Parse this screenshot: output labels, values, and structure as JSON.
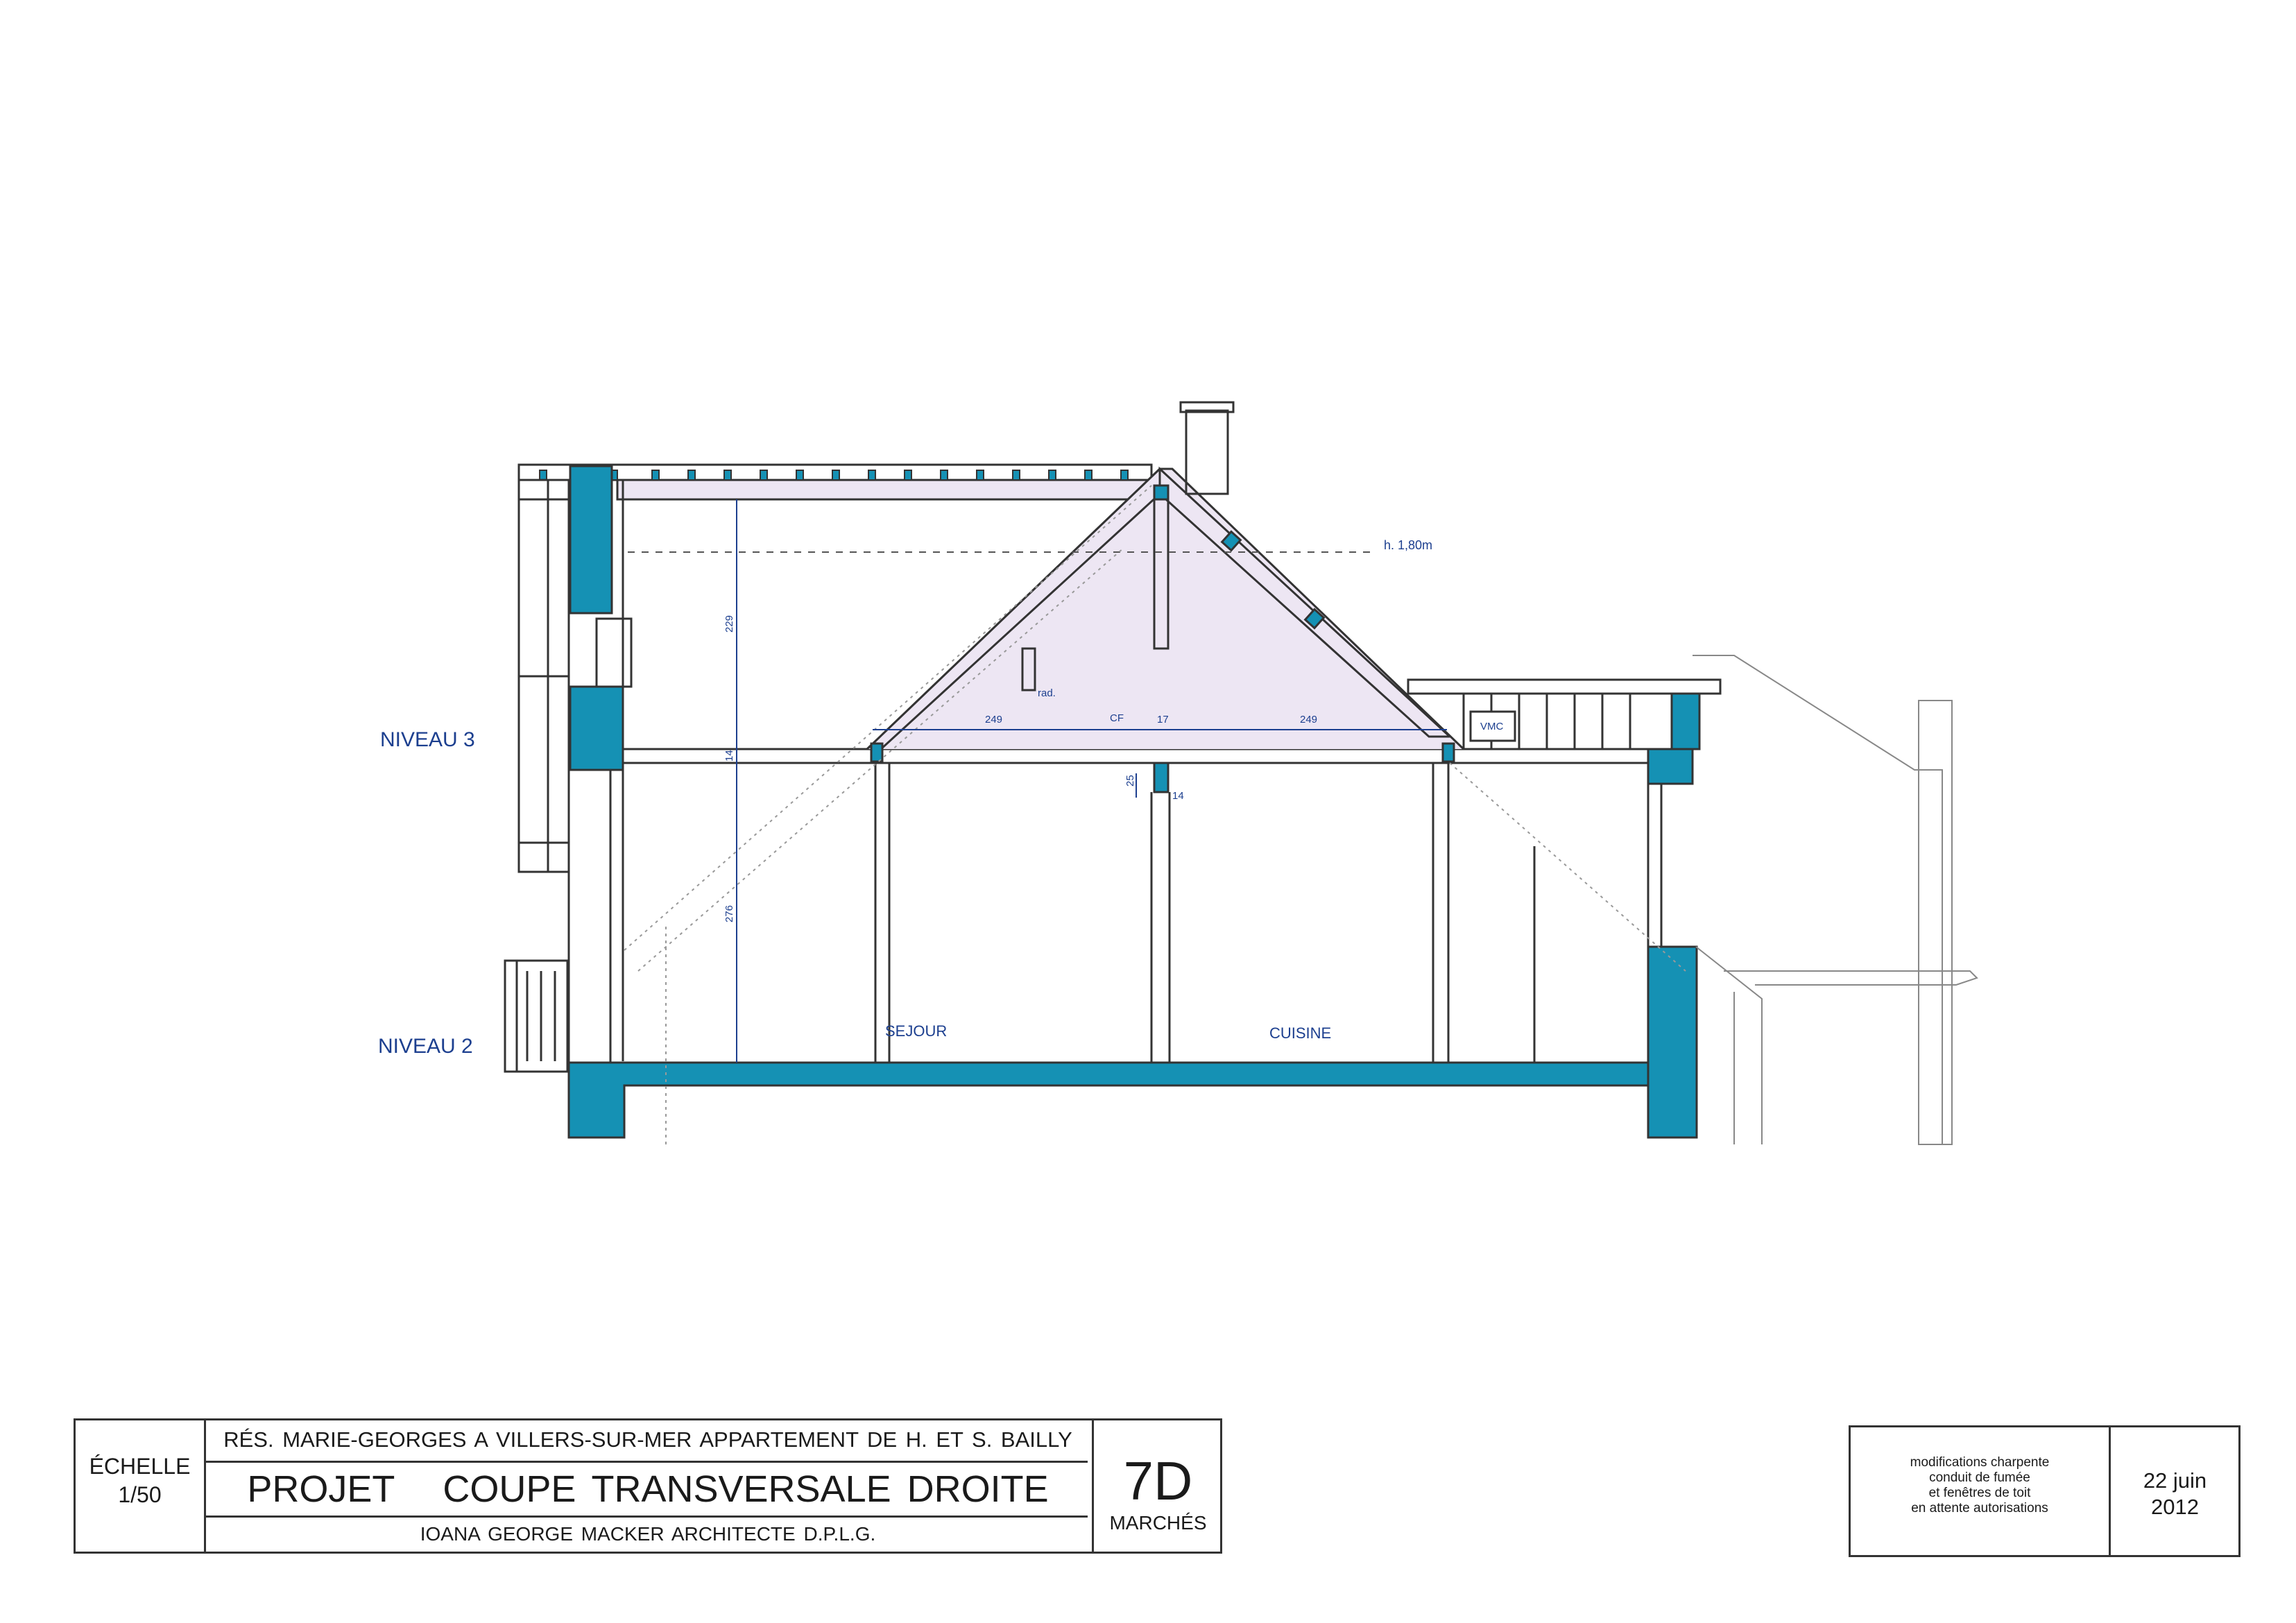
{
  "levels": {
    "niveau3": "NIVEAU 3",
    "niveau2": "NIVEAU 2"
  },
  "rooms": {
    "sejour": "SEJOUR",
    "cuisine": "CUISINE"
  },
  "annotations": {
    "height_line": "h. 1,80m",
    "vmc": "VMC",
    "radiator": "rad.",
    "cf": "CF",
    "dims": {
      "h_upper": "229",
      "h_lower": "276",
      "floor_thk": "14",
      "span_left": "249",
      "span_right": "249",
      "post": "17",
      "beam_h": "25",
      "beam_w": "14"
    }
  },
  "cartouche": {
    "echelle_label": "ÉCHELLE",
    "echelle_value": "1/50",
    "project_line": "RÉS. MARIE-GEORGES A VILLERS-SUR-MER APPARTEMENT DE H. ET S. BAILLY",
    "title_prefix": "PROJET",
    "title": "COUPE TRANSVERSALE DROITE",
    "architect": "IOANA GEORGE MACKER ARCHITECTE D.P.L.G.",
    "sheet_number": "7D",
    "sheet_phase": "MARCHÉS"
  },
  "revision": {
    "notes": [
      "modifications charpente",
      "conduit de fumée",
      "et fenêtres de toit",
      "en attente autorisations"
    ],
    "date_day": "22 juin",
    "date_year": "2012"
  },
  "colors": {
    "concrete": "#1591b4",
    "line": "#333333",
    "label": "#1c3f8f",
    "roof_fill": "#ede6f3"
  }
}
